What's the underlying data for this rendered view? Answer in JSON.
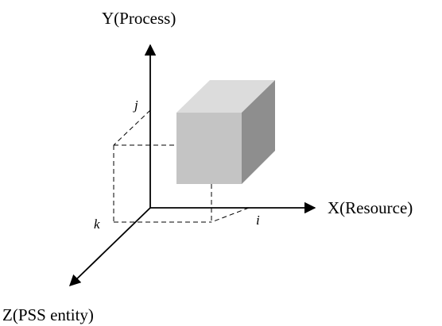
{
  "axes": {
    "y_label": "Y(Process)",
    "x_label": "X(Resource)",
    "z_label": "Z(PSS entity)"
  },
  "points": {
    "j": "j",
    "i": "i",
    "k": "k"
  },
  "colors": {
    "cube_front": "#c4c4c4",
    "cube_top": "#dcdcdc",
    "cube_side": "#8e8e8e"
  }
}
